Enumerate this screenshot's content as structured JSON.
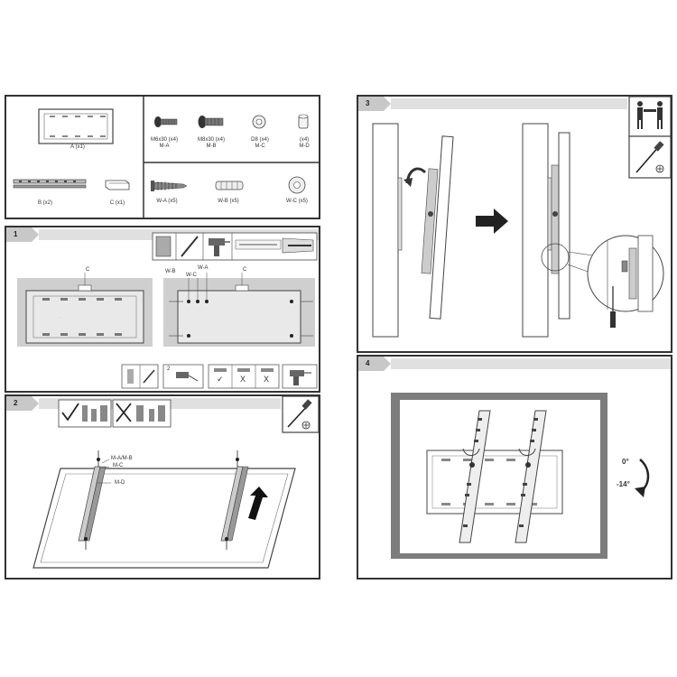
{
  "parts": {
    "plate": {
      "label": "A (x1)"
    },
    "screw_m6x30_a": {
      "size": "M6x30 (x4)",
      "code": "M-A"
    },
    "screw_m8x30_b": {
      "size": "M8x30 (x4)",
      "code": "M-B"
    },
    "washer_d8": {
      "size": "D8 (x4)",
      "code": "M-C"
    },
    "spacer": {
      "size": "(x4)",
      "code": "M-D"
    },
    "arm": {
      "label": "B (x2)"
    },
    "level": {
      "label": "C (x1)"
    },
    "wood_screw": {
      "label": "W-A (x5)"
    },
    "anchor": {
      "label": "W-B (x5)"
    },
    "wall_washer": {
      "label": "W-C (x5)"
    }
  },
  "step1": {
    "number": "1",
    "c_label_left": "C",
    "c_label_right": "C",
    "wb_label": "W-B",
    "wc_label": "W-C",
    "wa_label": "W-A",
    "hint1": "2",
    "hint2": "",
    "drill_marks": [
      "✓",
      "X",
      "X"
    ]
  },
  "step2": {
    "number": "2",
    "label_ma_mb": "M-A/M-B",
    "label_mc": "M-C",
    "label_md": "M-D"
  },
  "step3": {
    "number": "3"
  },
  "step4": {
    "number": "4",
    "angle_top": "0°",
    "angle_bottom": "-14°"
  },
  "colors": {
    "frame": "#333333",
    "banner": "#d8d8d8",
    "wall_texture": "#cfcfcf",
    "tv_frame": "#7d7d7d"
  }
}
